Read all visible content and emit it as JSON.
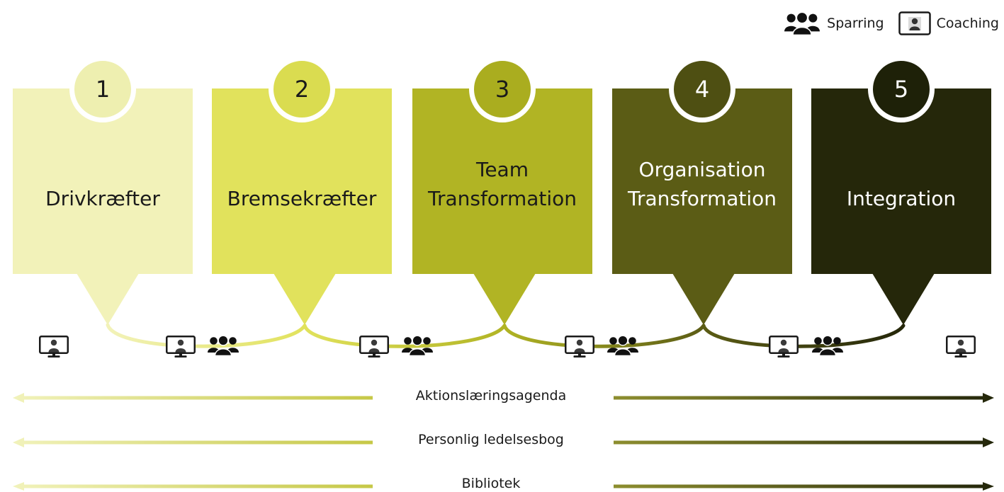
{
  "legend": {
    "items": [
      {
        "icon": "sparring-group-icon",
        "label": "Sparring"
      },
      {
        "icon": "coaching-monitor-icon",
        "label": "Coaching"
      }
    ]
  },
  "stages": [
    {
      "number": "1",
      "lines": [
        "Drivkræfter"
      ],
      "fill": "#f2f2b9",
      "circle": "#eeefb0",
      "text_color": "#1a1a1a"
    },
    {
      "number": "2",
      "lines": [
        "Bremsekræfter"
      ],
      "fill": "#e1e25c",
      "circle": "#dadc50",
      "text_color": "#1a1a1a"
    },
    {
      "number": "3",
      "lines": [
        "Team",
        "Transformation"
      ],
      "fill": "#b1b424",
      "circle": "#aaad1f",
      "text_color": "#1a1a1a"
    },
    {
      "number": "4",
      "lines": [
        "Organisation",
        "Transformation"
      ],
      "fill": "#5b5c15",
      "circle": "#4e4f12",
      "text_color": "#ffffff"
    },
    {
      "number": "5",
      "lines": [
        "Integration"
      ],
      "fill": "#25270a",
      "circle": "#1e2108",
      "text_color": "#ffffff"
    }
  ],
  "path_icons": [
    "coaching",
    "coaching",
    "sparring",
    "coaching",
    "sparring",
    "coaching",
    "sparring",
    "coaching",
    "sparring",
    "coaching"
  ],
  "tracks": [
    {
      "label": "Aktionslæringsagenda"
    },
    {
      "label": "Personlig ledelsesbog"
    },
    {
      "label": "Bibliotek"
    }
  ],
  "track_colors": {
    "left_start": "#f1f2bb",
    "left_end": "#c6c847",
    "right_start": "#8d8e2f",
    "right_end": "#23260a"
  }
}
